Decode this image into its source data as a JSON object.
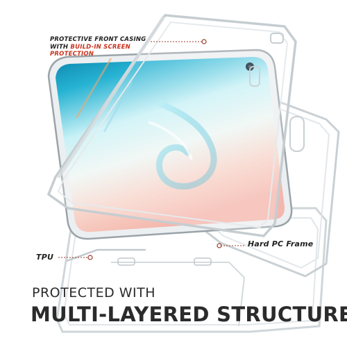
{
  "callouts": {
    "front_casing": {
      "line1_prefix": "PROTECTIVE FRONT CASING",
      "line2_prefix": "WITH ",
      "line2_accent": "BUILD-IN SCREEN",
      "line3_accent": "PROTECTION"
    },
    "pc_frame": "Hard PC Frame",
    "tpu": "TPU"
  },
  "tagline": {
    "line1": "PROTECTED WITH",
    "line2": "MULTI-LAYERED STRUCTURE"
  },
  "colors": {
    "accent": "#c8341f",
    "text": "#1f1f1f",
    "leader": "#9a3a2a",
    "screen_top": "#0a8fb5",
    "screen_mid": "#b9ecf2",
    "screen_low": "#f7c9c1"
  }
}
